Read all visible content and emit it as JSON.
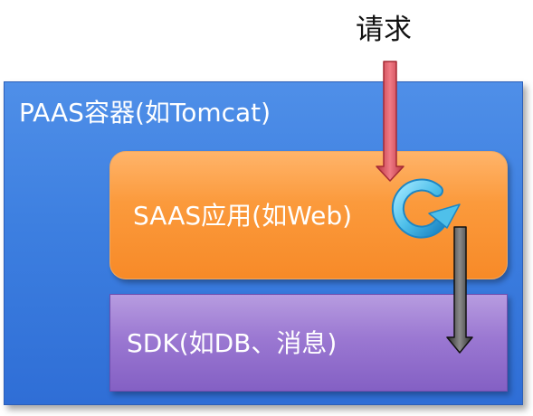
{
  "request": {
    "label": "请求"
  },
  "paas": {
    "label": "PAAS容器(如Tomcat)"
  },
  "saas": {
    "label": "SAAS应用(如Web)"
  },
  "sdk": {
    "label": "SDK(如DB、消息)"
  },
  "colors": {
    "paas_fill": "#3d7fe0",
    "saas_fill": "#fb9a3c",
    "sdk_fill": "#9b78d2",
    "request_arrow": "#e05a6a",
    "cycle_icon": "#4fc0ea",
    "sdk_arrow": "#1a1a1a"
  },
  "icons": {
    "request_arrow": "arrow-down-icon",
    "cycle": "refresh-cycle-icon",
    "sdk_arrow": "arrow-down-icon"
  }
}
